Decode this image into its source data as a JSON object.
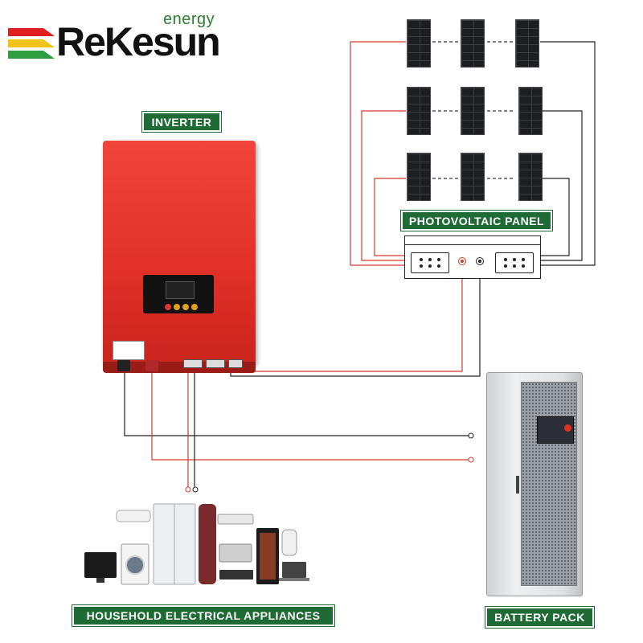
{
  "brand": {
    "name": "ReKesun",
    "subtitle": "energy"
  },
  "labels": {
    "inverter": "INVERTER",
    "pv_panel": "PHOTOVOLTAIC PANEL",
    "household": "HOUSEHOLD ELECTRICAL APPLIANCES",
    "battery": "BATTERY PACK"
  },
  "colors": {
    "label_bg": "#1f6b35",
    "inverter": "#e8362e",
    "wire_positive": "#d33a2c",
    "wire_negative": "#222222",
    "logo_stripes": [
      "#e02020",
      "#f0c419",
      "#2e9e3e"
    ]
  }
}
